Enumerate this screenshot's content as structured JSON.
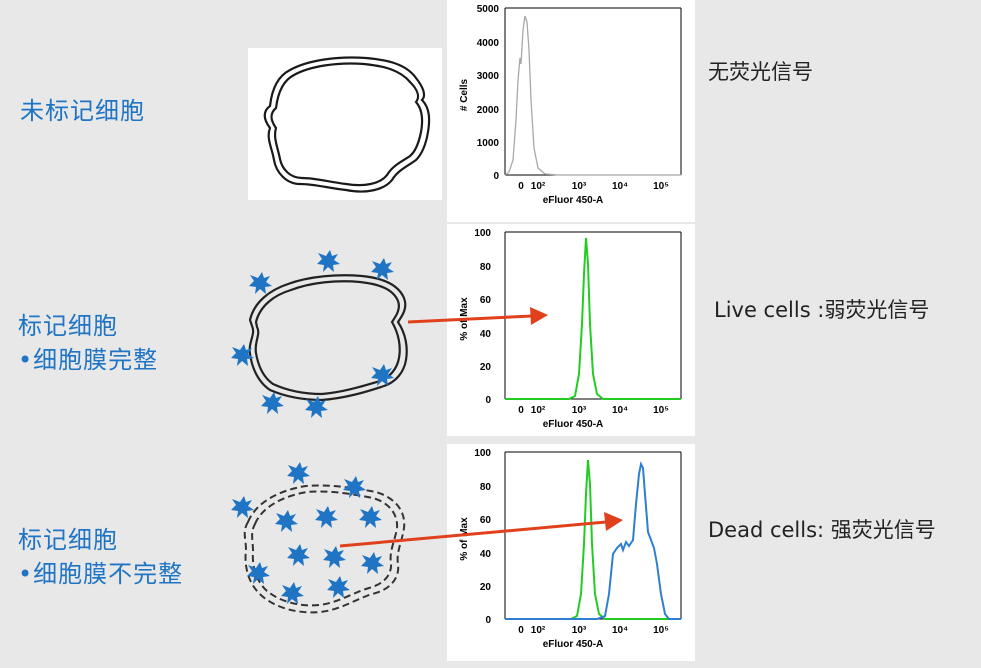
{
  "rows": [
    {
      "label_lines": [
        "未标记细胞"
      ],
      "result": "无荧光信号",
      "histogram": {
        "ylabel": "# Cells",
        "yticks": [
          "0",
          "1000",
          "2000",
          "3000",
          "4000",
          "5000"
        ],
        "xlabel": "eFluor 450-A",
        "xticks": [
          "0",
          "10²",
          "10³",
          "10⁴",
          "10⁵"
        ]
      }
    },
    {
      "label_lines": [
        "标记细胞",
        "•细胞膜完整"
      ],
      "result": "Live cells :弱荧光信号",
      "histogram": {
        "ylabel": "% of Max",
        "yticks": [
          "0",
          "20",
          "40",
          "60",
          "80",
          "100"
        ],
        "xlabel": "eFluor 450-A",
        "xticks": [
          "0",
          "10²",
          "10³",
          "10⁴",
          "10⁵"
        ]
      }
    },
    {
      "label_lines": [
        "标记细胞",
        "•细胞膜不完整"
      ],
      "result": "Dead cells: 强荧光信号",
      "histogram": {
        "ylabel": "% of Max",
        "yticks": [
          "0",
          "20",
          "40",
          "60",
          "80",
          "100"
        ],
        "xlabel": "eFluor 450-A",
        "xticks": [
          "0",
          "10²",
          "10³",
          "10⁴",
          "10⁵"
        ]
      }
    }
  ],
  "colors": {
    "label": "#1f74c4",
    "dye": "#1f74c4",
    "arrow": "#e0401c",
    "unstained_curve": "#a8a8a8",
    "live_curve": "#22cc22",
    "dead_curve": "#2f7fd0"
  }
}
